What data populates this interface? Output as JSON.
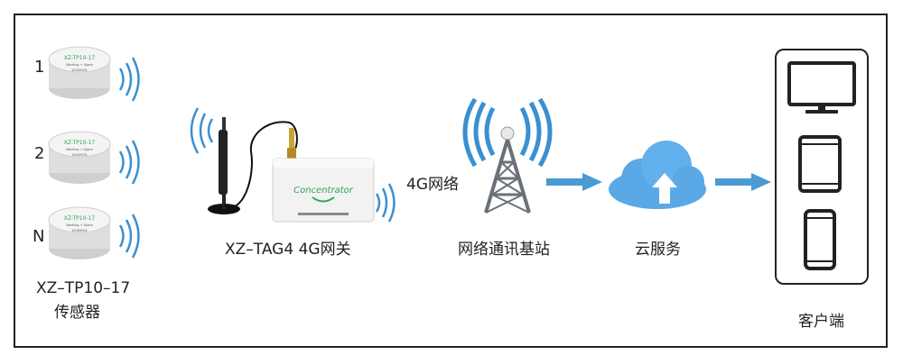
{
  "sensors": {
    "items": [
      {
        "index": "1",
        "model_text": "XZ-TP10-17",
        "sub_text": "Working + Spare",
        "serial_text": "10000001"
      },
      {
        "index": "2",
        "model_text": "XZ-TP10-17",
        "sub_text": "Working + Spare",
        "serial_text": "10000001"
      },
      {
        "index": "N",
        "model_text": "XZ-TP10-17",
        "sub_text": "Working + Spare",
        "serial_text": "10000001"
      }
    ],
    "label_line1": "XZ–TP10–17",
    "label_line2": "传感器"
  },
  "gateway": {
    "device_text": "Concentrator",
    "label": "XZ–TAG4 4G网关"
  },
  "network": {
    "label": "4G网络"
  },
  "base_station": {
    "label": "网络通讯基站"
  },
  "cloud": {
    "label": "云服务"
  },
  "client": {
    "label": "客户端"
  },
  "colors": {
    "signal_blue": "#3a90d0",
    "arrow_blue": "#4a9ad4",
    "cloud_blue": "#5aa8e6",
    "tower_gray": "#6a7078",
    "text_green": "#2fa65a"
  }
}
